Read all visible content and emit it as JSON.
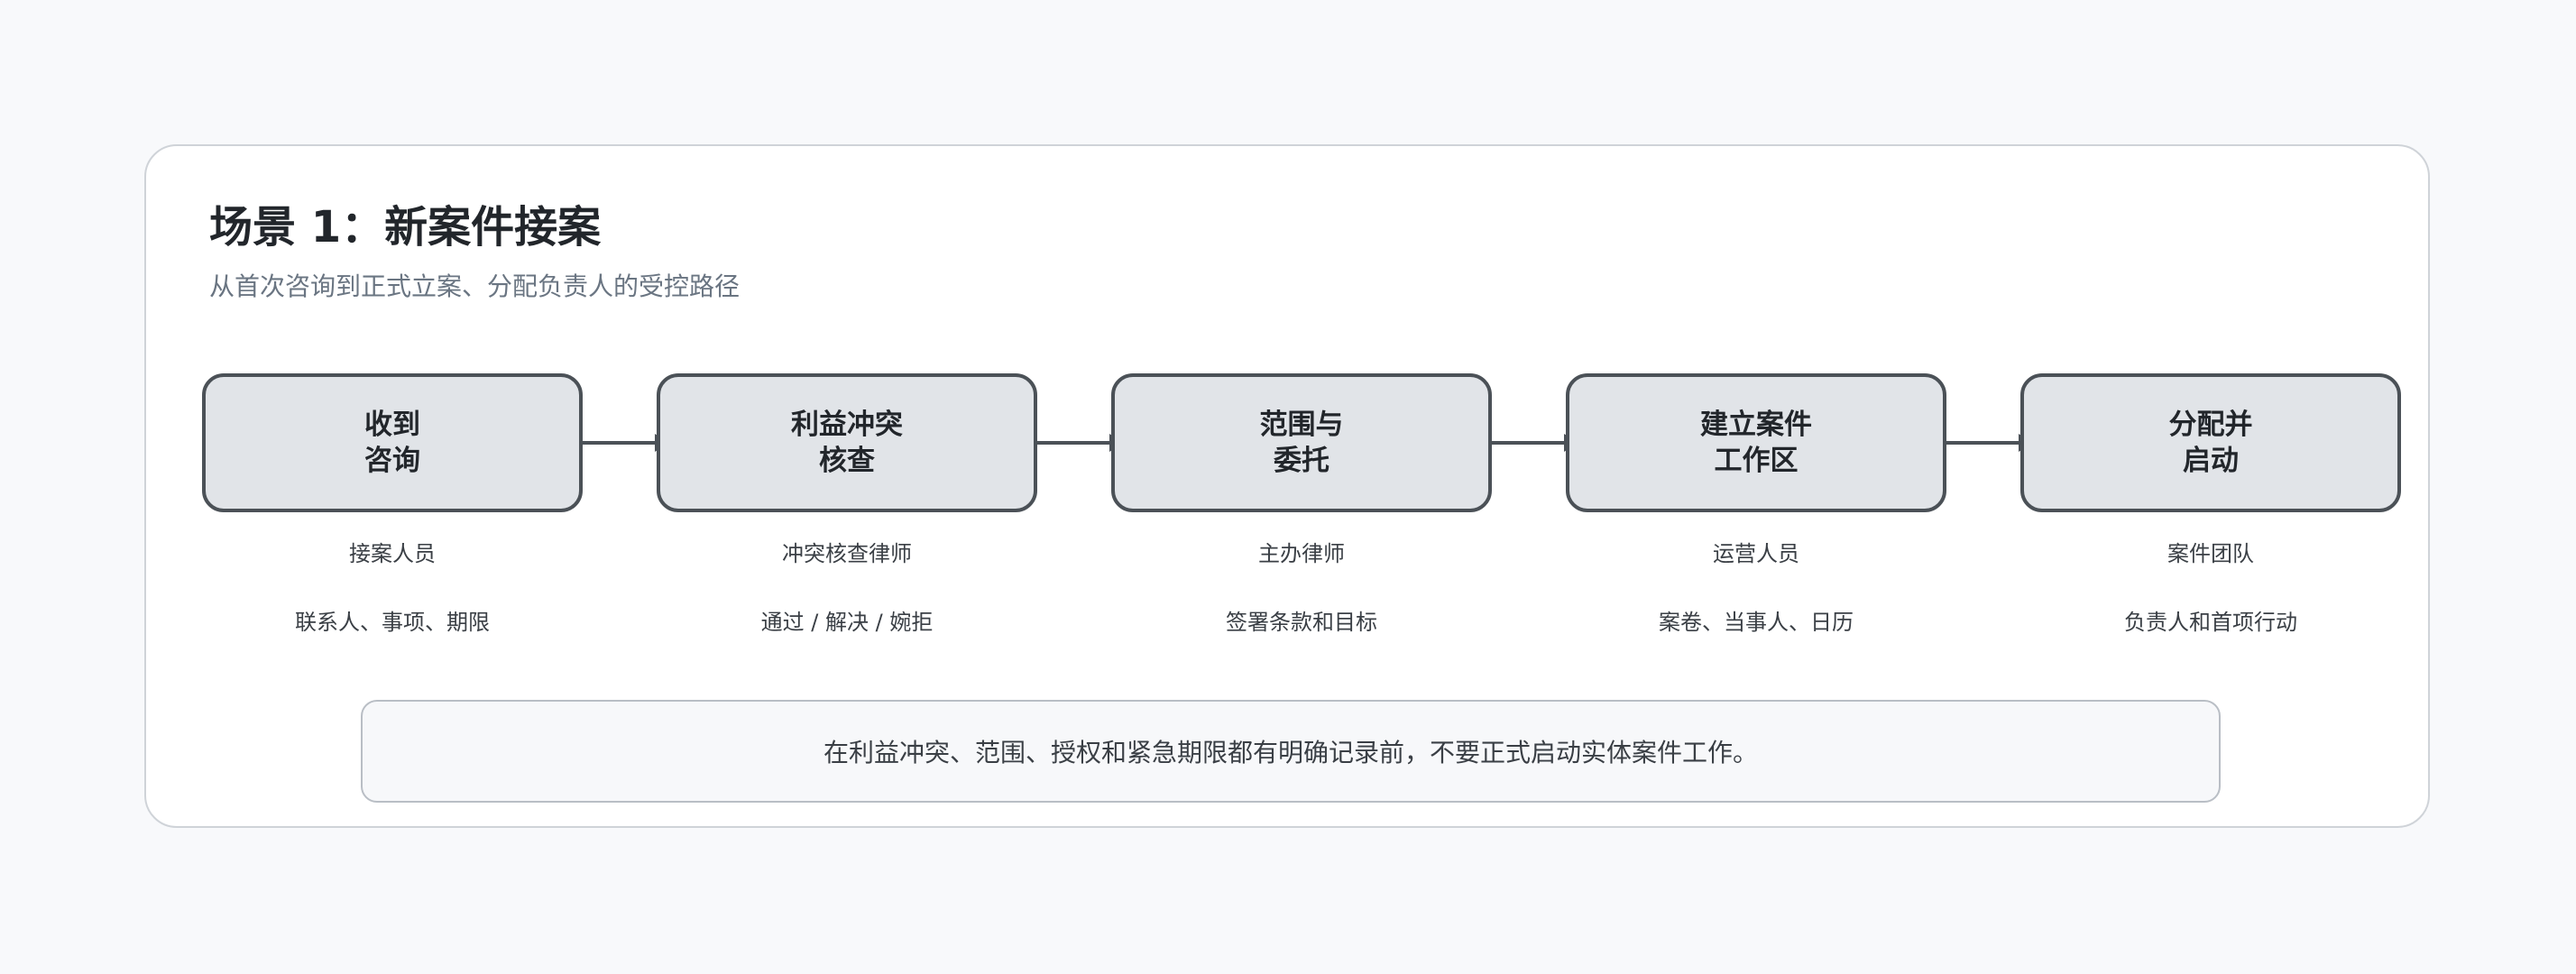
{
  "scenario": {
    "title": "场景 1：新案件接案",
    "subtitle": "从首次咨询到正式立案、分配负责人的受控路径"
  },
  "steps": [
    {
      "line1": "收到",
      "line2": "咨询",
      "role": "接案人员",
      "output": "联系人、事项、期限"
    },
    {
      "line1": "利益冲突",
      "line2": "核查",
      "role": "冲突核查律师",
      "output": "通过 / 解决 / 婉拒"
    },
    {
      "line1": "范围与",
      "line2": "委托",
      "role": "主办律师",
      "output": "签署条款和目标"
    },
    {
      "line1": "建立案件",
      "line2": "工作区",
      "role": "运营人员",
      "output": "案卷、当事人、日历"
    },
    {
      "line1": "分配并",
      "line2": "启动",
      "role": "案件团队",
      "output": "负责人和首项行动"
    }
  ],
  "note": "在利益冲突、范围、授权和紧急期限都有明确记录前，不要正式启动实体案件工作。"
}
